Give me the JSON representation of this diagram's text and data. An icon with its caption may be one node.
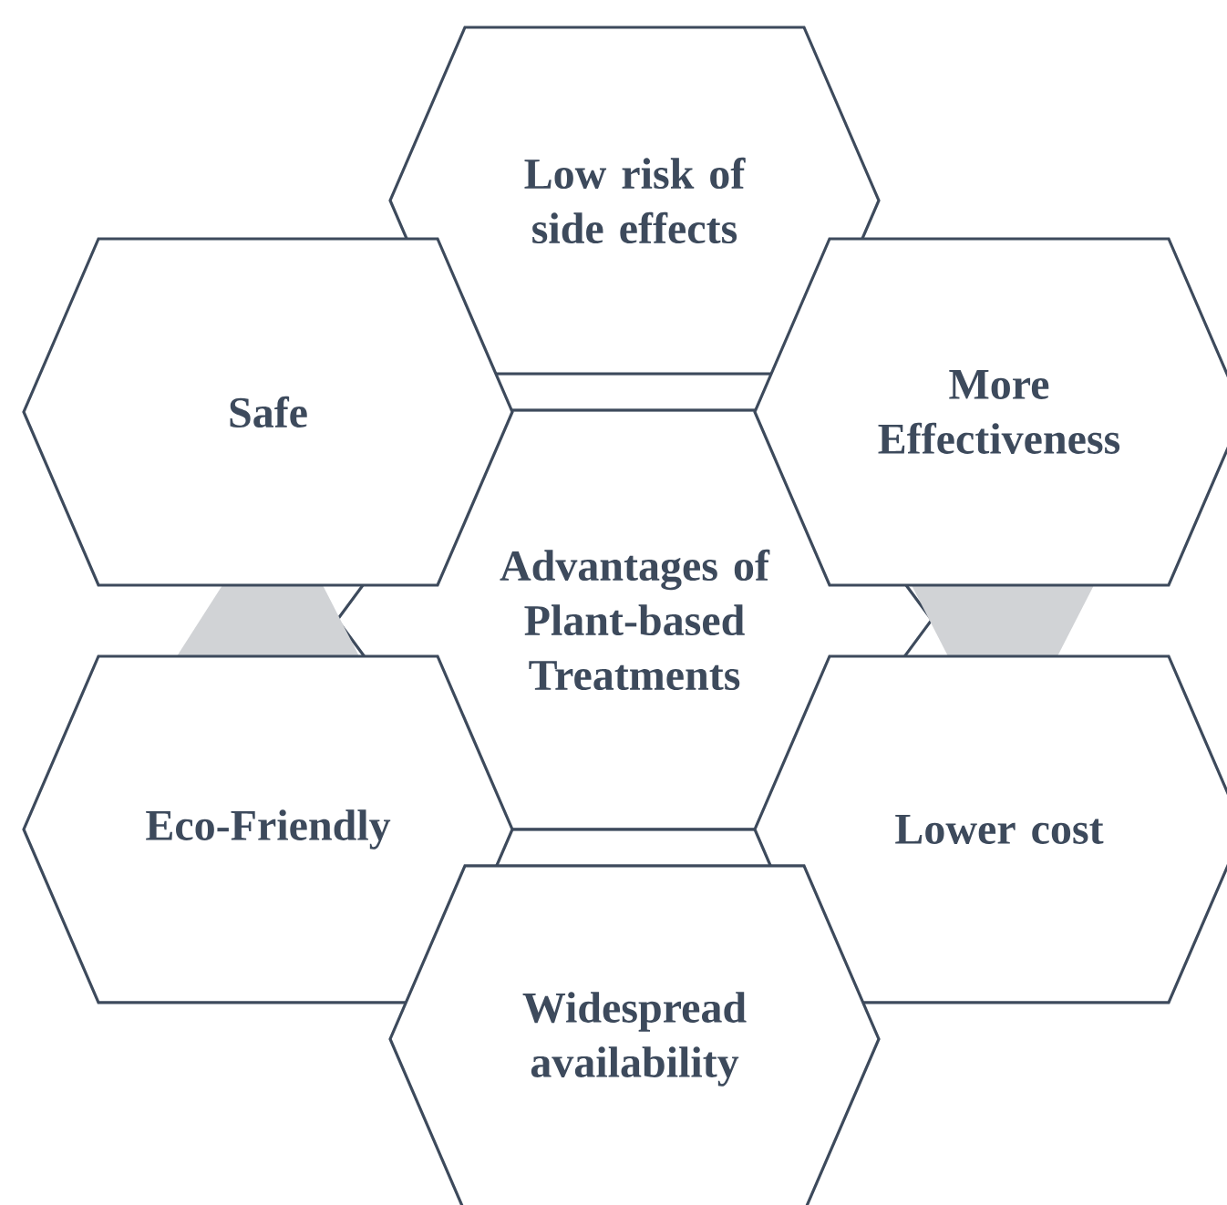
{
  "diagram": {
    "nodes": [
      {
        "text": [
          "Low risk of side effects"
        ]
      },
      {
        "text": [
          "Safe"
        ]
      },
      {
        "text": [
          "More Effectiveness"
        ]
      },
      {
        "text": [
          "Advantages of Plant-based Treatments"
        ]
      },
      {
        "text": [
          "Eco-Friendly"
        ]
      },
      {
        "text": [
          "Lower cost"
        ]
      },
      {
        "text": [
          "Widespread availability"
        ]
      }
    ]
  }
}
